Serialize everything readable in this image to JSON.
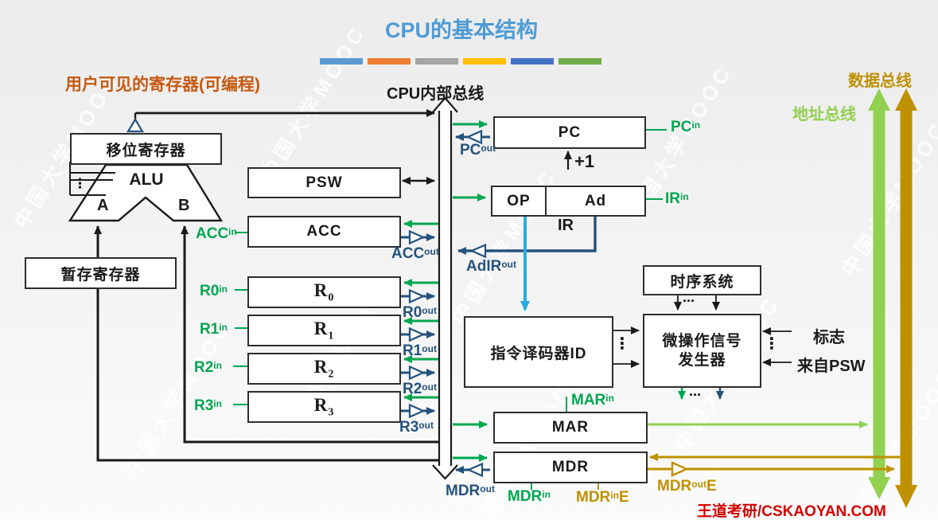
{
  "title": "CPU的基本结构",
  "accent_bars": [
    "#5B9BD5",
    "#ED7D31",
    "#A5A5A5",
    "#FFC000",
    "#4472C4",
    "#70AD47"
  ],
  "labels": {
    "user_visible": "用户可见的寄存器(可编程)",
    "internal_bus": "CPU内部总线",
    "data_bus": "数据总线",
    "address_bus": "地址总线",
    "footer": "王道考研/CSKAOYAN.COM",
    "watermark": "中国大学MOOC"
  },
  "boxes": {
    "shift_register": "移位寄存器",
    "temp_register": "暂存寄存器",
    "alu": "ALU",
    "port_a": "A",
    "port_b": "B",
    "psw": "PSW",
    "acc": "ACC",
    "registers": [
      {
        "main": "R",
        "sub": "0"
      },
      {
        "main": "R",
        "sub": "1"
      },
      {
        "main": "R",
        "sub": "2"
      },
      {
        "main": "R",
        "sub": "3"
      }
    ],
    "pc": "PC",
    "op": "OP",
    "ad": "Ad",
    "ir": "IR",
    "timing": "时序系统",
    "decoder": "指令译码器ID",
    "microop_line1": "微操作信号",
    "microop_line2": "发生器",
    "mar": "MAR",
    "mdr": "MDR"
  },
  "signals": {
    "pc_in": {
      "main": "PC",
      "suffix": "in"
    },
    "pc_out": {
      "main": "PC",
      "suffix": "out"
    },
    "ir_in": {
      "main": "IR",
      "suffix": "in"
    },
    "adir_out": {
      "main": "AdIR",
      "suffix": "out"
    },
    "acc_in": {
      "main": "ACC",
      "suffix": "in"
    },
    "acc_out": {
      "main": "ACC",
      "suffix": "out"
    },
    "r0_in": {
      "main": "R0",
      "suffix": "in"
    },
    "r0_out": {
      "main": "R0",
      "suffix": "out"
    },
    "r1_in": {
      "main": "R1",
      "suffix": "in"
    },
    "r1_out": {
      "main": "R1",
      "suffix": "out"
    },
    "r2_in": {
      "main": "R2",
      "suffix": "in"
    },
    "r2_out": {
      "main": "R2",
      "suffix": "out"
    },
    "r3_in": {
      "main": "R3",
      "suffix": "in"
    },
    "r3_out": {
      "main": "R3",
      "suffix": "out"
    },
    "mar_in": {
      "main": "MAR",
      "suffix": "in"
    },
    "mdr_out": {
      "main": "MDR",
      "suffix": "out"
    },
    "mdr_in": {
      "main": "MDR",
      "suffix": "in"
    },
    "mdr_in_e": {
      "main": "MDR",
      "suffix": "in",
      "tail": "E"
    },
    "mdr_out_e": {
      "main": "MDR",
      "suffix": "out",
      "tail": "E"
    }
  },
  "annotations": {
    "plus_one": "+1",
    "flags": "标志",
    "from_psw": "来自PSW",
    "dots_h": "...",
    "dots_v": "⋮"
  },
  "colors": {
    "green": "#00A651",
    "blue": "#24527D",
    "cyan": "#29ABE2",
    "light_green": "#92D050",
    "dark_yellow": "#BF9000",
    "orange": "#C55A11",
    "red": "#D40000",
    "title_blue": "#4E9BD5",
    "ink": "#1A1A1A"
  }
}
